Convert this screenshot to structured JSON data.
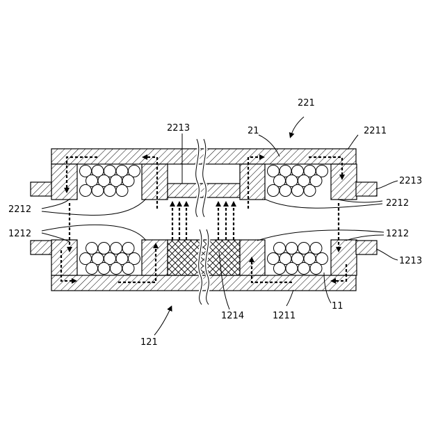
{
  "labels": {
    "upper_assembly": "221",
    "upper_coil": "21",
    "upper_yoke": "2211",
    "upper_center_plate": "2213",
    "upper_side_tab": "2213",
    "upper_gap_left": "2212",
    "upper_gap_right": "2212",
    "lower_gap_left": "1212",
    "lower_gap_right": "1212",
    "lower_side_tab": "1213",
    "lower_core": "1214",
    "lower_yoke": "1211",
    "lower_coil": "11",
    "lower_assembly": "121"
  }
}
